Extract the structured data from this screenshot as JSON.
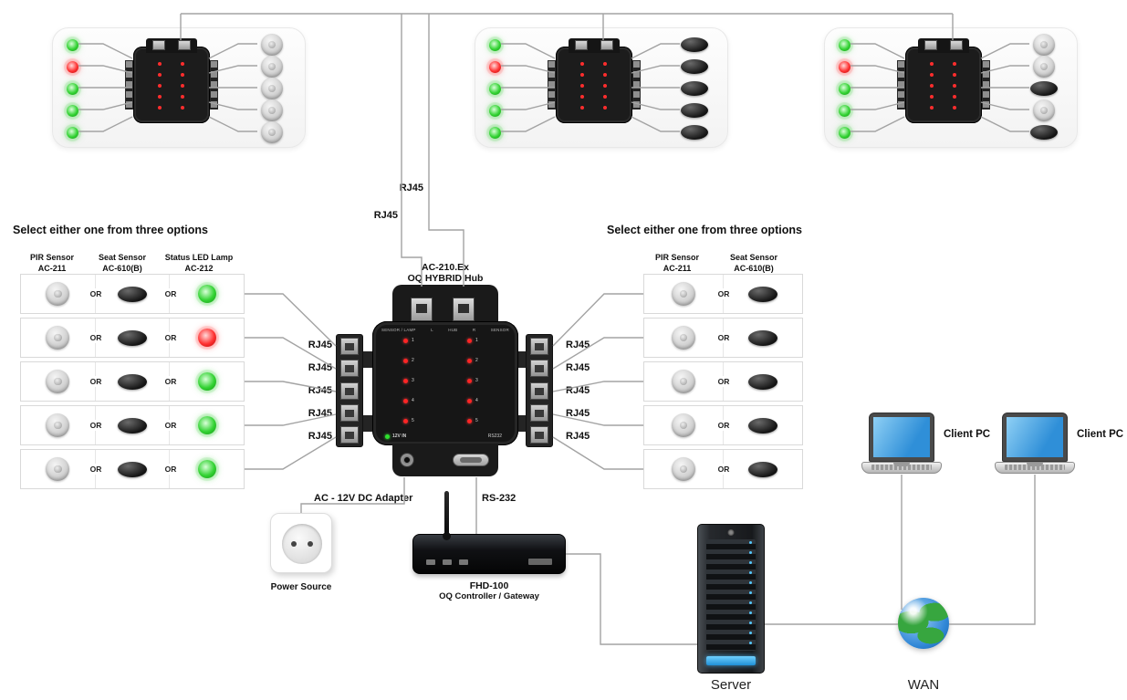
{
  "left_options": {
    "title": "Select either one from three options",
    "headers": [
      {
        "line1": "PIR Sensor",
        "line2": "AC-211"
      },
      {
        "line1": "Seat Sensor",
        "line2": "AC-610(B)"
      },
      {
        "line1": "Status LED Lamp",
        "line2": "AC-212"
      }
    ],
    "or_label": "OR",
    "rows": [
      {
        "lamp": "green"
      },
      {
        "lamp": "red"
      },
      {
        "lamp": "green"
      },
      {
        "lamp": "green"
      },
      {
        "lamp": "green"
      }
    ]
  },
  "right_options": {
    "title": "Select either one from three options",
    "headers": [
      {
        "line1": "PIR Sensor",
        "line2": "AC-211"
      },
      {
        "line1": "Seat Sensor",
        "line2": "AC-610(B)"
      }
    ],
    "or_label": "OR"
  },
  "top_panels": [
    {
      "leds": [
        "green",
        "red",
        "green",
        "green",
        "green"
      ],
      "devices": [
        "pir",
        "pir",
        "pir",
        "pir",
        "pir"
      ]
    },
    {
      "leds": [
        "green",
        "red",
        "green",
        "green",
        "green"
      ],
      "devices": [
        "seat",
        "seat",
        "seat",
        "seat",
        "seat"
      ]
    },
    {
      "leds": [
        "green",
        "red",
        "green",
        "green",
        "green"
      ],
      "devices": [
        "pir",
        "pir",
        "seat",
        "pir",
        "seat"
      ]
    }
  ],
  "hub": {
    "model": "AC-210.Ex",
    "name": "OQ HYBRID Hub",
    "face_labels": {
      "left": "SENSOR / LAMP",
      "l": "L",
      "center": "HUB",
      "r": "R",
      "right": "SENSOR",
      "power": "12V IN",
      "serial": "RS232"
    },
    "channel_numbers": [
      "1",
      "2",
      "3",
      "4",
      "5"
    ]
  },
  "cables": {
    "rj45": "RJ45",
    "adapter": "AC - 12V DC Adapter",
    "rs232": "RS-232"
  },
  "devices": {
    "power_source": "Power Source",
    "gateway_model": "FHD-100",
    "gateway_name": "OQ Controller / Gateway",
    "server": "Server",
    "wan": "WAN",
    "client_pc": "Client PC"
  }
}
